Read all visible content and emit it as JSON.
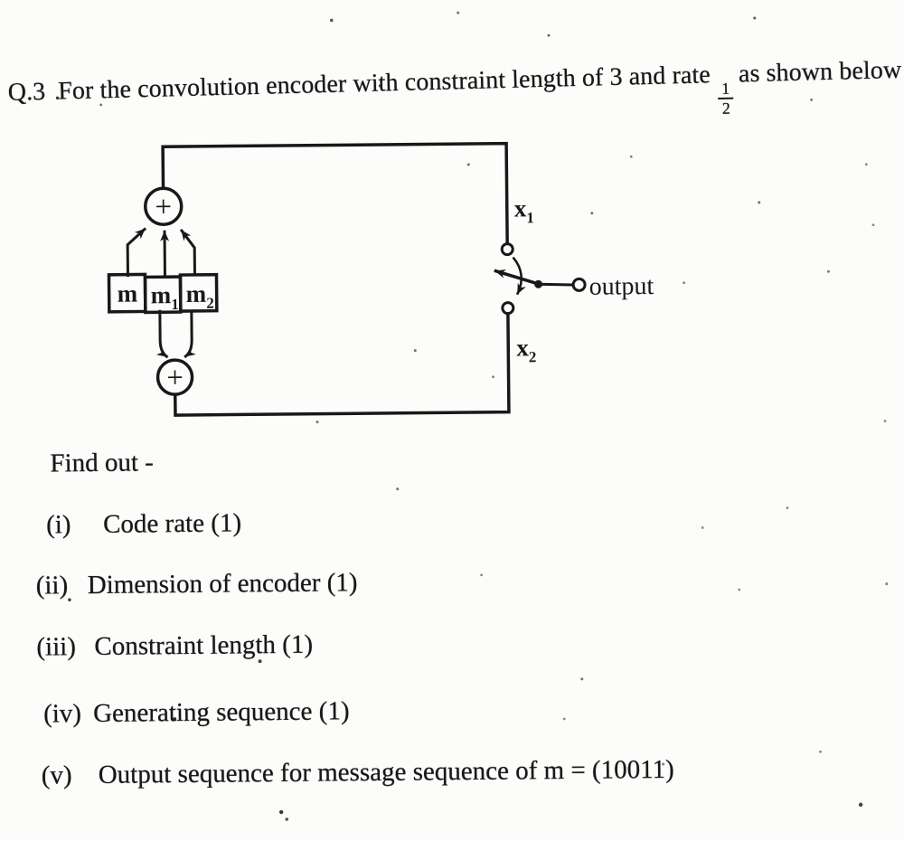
{
  "title": {
    "number": "Q.3",
    "text_before_fraction": "For the convolution encoder with constraint length of 3 and rate",
    "fraction_numerator": "1",
    "fraction_denominator": "2",
    "text_after_fraction": "as shown below"
  },
  "diagram": {
    "top_adder_symbol": "+",
    "bottom_adder_symbol": "+",
    "register_cells": [
      {
        "base": "m",
        "subscript": ""
      },
      {
        "base": "m",
        "subscript": "1"
      },
      {
        "base": "m",
        "subscript": "2"
      }
    ],
    "terminal_top": {
      "base": "x",
      "subscript": "1"
    },
    "terminal_bottom": {
      "base": "x",
      "subscript": "2"
    },
    "output_label": "output"
  },
  "questions": {
    "intro": "Find out -",
    "items": [
      {
        "numeral": "(i)",
        "text": "Code rate (1)"
      },
      {
        "numeral": "(ii)",
        "text": "Dimension of encoder (1)"
      },
      {
        "numeral": "(iii)",
        "text": "Constraint length (1)"
      },
      {
        "numeral": "(iv)",
        "text": "Generating sequence (1)"
      },
      {
        "numeral": "(v)",
        "text": "Output sequence for message sequence of m = (10011)"
      }
    ]
  }
}
